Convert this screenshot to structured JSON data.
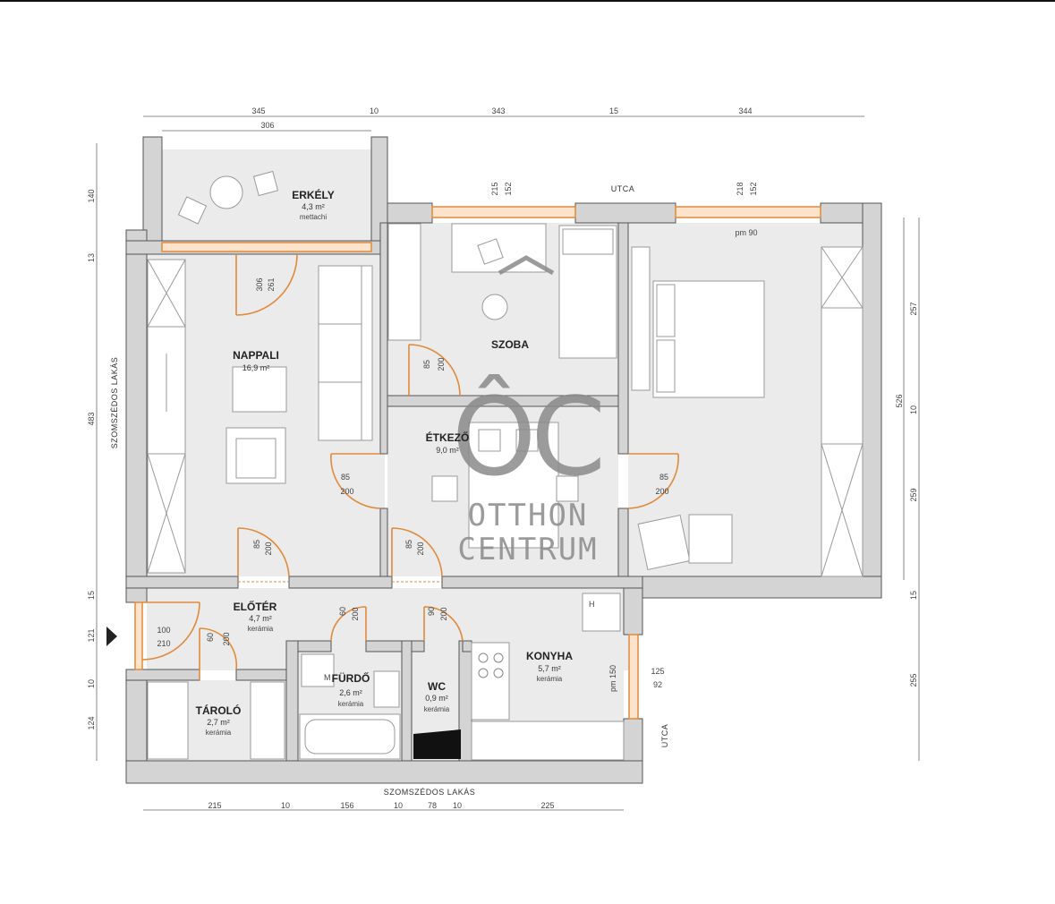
{
  "rooms": {
    "erkely": {
      "name": "ERKÉLY",
      "area": "4,3 m²",
      "material": "mettachi"
    },
    "nappali": {
      "name": "NAPPALI",
      "area": "16,9 m²"
    },
    "szoba": {
      "name": "SZOBA"
    },
    "etkezo": {
      "name": "ÉTKEZŐ",
      "area": "9,0 m²"
    },
    "eloter": {
      "name": "ELŐTÉR",
      "area": "4,7 m²",
      "material": "kerámia"
    },
    "furdo": {
      "name": "FÜRDŐ",
      "area": "2,6 m²",
      "material": "kerámia"
    },
    "wc": {
      "name": "WC",
      "area": "0,9 m²",
      "material": "kerámia"
    },
    "konyha": {
      "name": "KONYHA",
      "area": "5,7 m²",
      "material": "kerámia"
    },
    "tarolo": {
      "name": "TÁROLÓ",
      "area": "2,7 m²",
      "material": "kerámia"
    }
  },
  "labels": {
    "utca_top": "UTCA",
    "utca_right": "UTCA",
    "szomszedos_bottom": "SZOMSZÉDOS LAKÁS",
    "szomszedos_left": "SZOMSZÉDOS LAKÁS",
    "pm90": "pm 90",
    "pm150": "pm 150",
    "m_symbol": "M",
    "h_symbol": "H"
  },
  "dimensions": {
    "top": [
      "345",
      "10",
      "343",
      "15",
      "344"
    ],
    "top_inner": "306",
    "bottom": [
      "215",
      "10",
      "156",
      "10",
      "78",
      "10",
      "225"
    ],
    "left": [
      "140",
      "13",
      "483",
      "15",
      "121",
      "10",
      "124"
    ],
    "right_outer": [
      "257",
      "526",
      "10",
      "259",
      "15",
      "255"
    ],
    "window_top_left": [
      "215",
      "152"
    ],
    "window_top_right": [
      "218",
      "152"
    ],
    "balcony_door": [
      "306",
      "261"
    ],
    "szoba_door": [
      "85",
      "200"
    ],
    "nappali_etkezo_door": [
      "85",
      "200"
    ],
    "etkezo_bedroom_door": [
      "85",
      "200"
    ],
    "nappali_eloter_door": [
      "85",
      "200"
    ],
    "etkezo_eloter_door": [
      "85",
      "200"
    ],
    "furdo_door": [
      "60",
      "200"
    ],
    "wc_door": [
      "90",
      "200"
    ],
    "entrance_door": [
      "100",
      "210"
    ],
    "tarolo_door": [
      "60",
      "200"
    ],
    "kitchen_window": [
      "125",
      "92"
    ]
  },
  "watermark": {
    "line1": "OTTHON",
    "line2": "CENTRUM",
    "logo": "ÔC"
  },
  "colors": {
    "wall": "#d4d4d4",
    "wall_stroke": "#555555",
    "floor": "#ebebeb",
    "door": "#e08a3c",
    "furniture": "#ffffff",
    "text": "#222222"
  }
}
